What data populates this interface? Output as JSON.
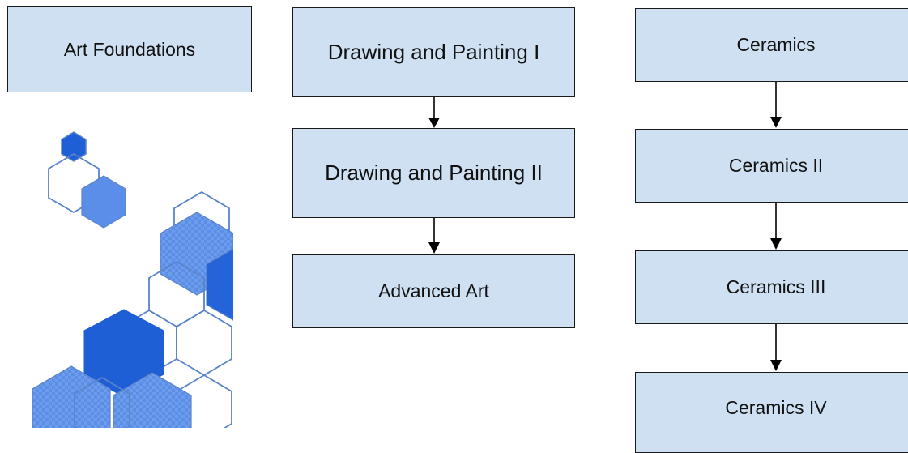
{
  "boxes": {
    "art_foundations": "Art Foundations",
    "drawing_painting_1": "Drawing and Painting I",
    "drawing_painting_2": "Drawing and Painting II",
    "advanced_art": "Advanced Art",
    "ceramics_1": "Ceramics",
    "ceramics_2": "Ceramics II",
    "ceramics_3": "Ceramics III",
    "ceramics_4": "Ceramics IV"
  },
  "colors": {
    "box_fill": "#cfe0f2",
    "box_border": "#1a1a1a",
    "hex_dark": "#1f5fd6",
    "hex_medium": "#4f88e6",
    "hex_outline": "#5a83c9"
  },
  "decoration": {
    "icon": "hexagon-cluster-graphic"
  }
}
